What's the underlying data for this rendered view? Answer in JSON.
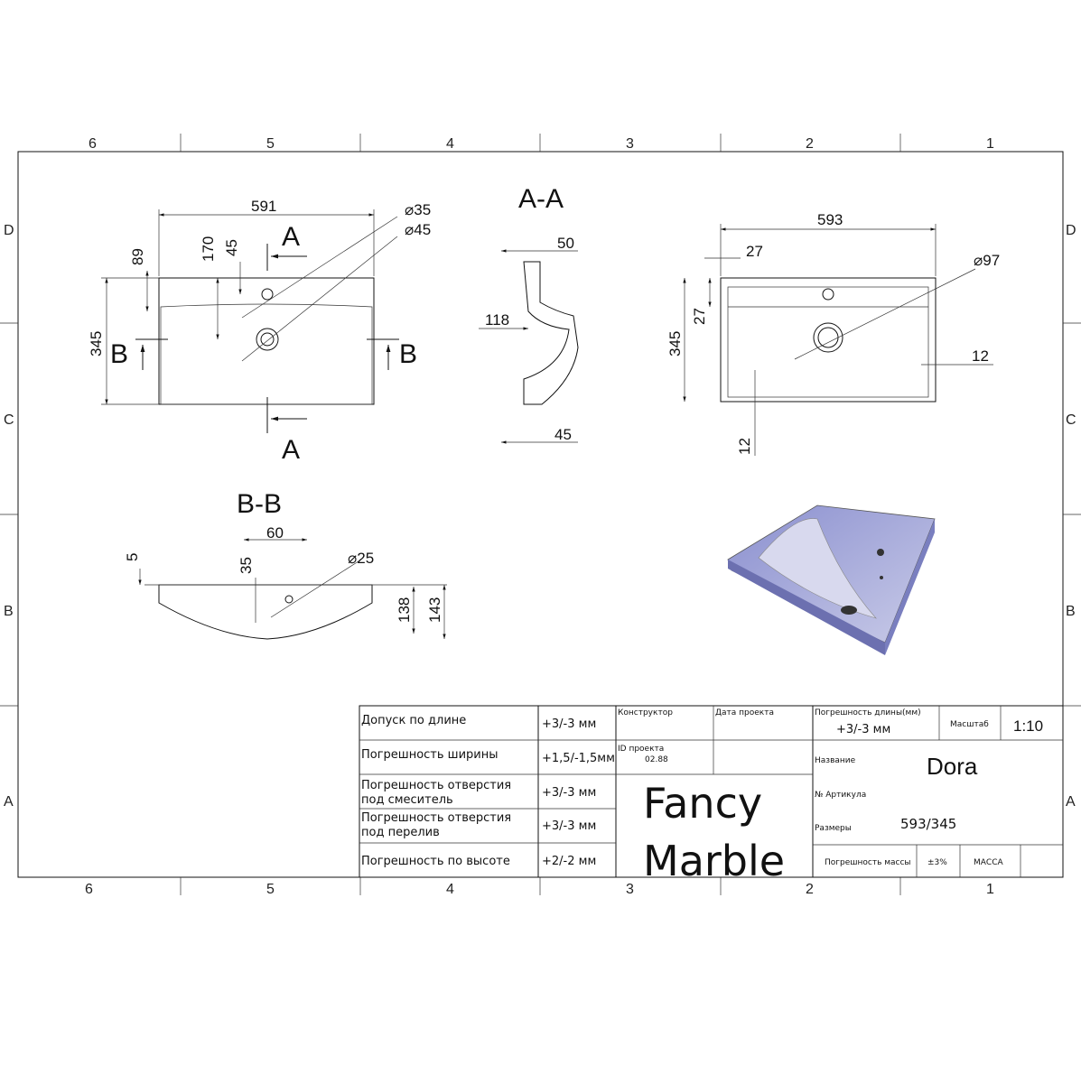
{
  "ruler": {
    "columns": [
      "6",
      "5",
      "4",
      "3",
      "2",
      "1"
    ],
    "rows": [
      "D",
      "C",
      "B",
      "A"
    ]
  },
  "views": {
    "top": {
      "width": "591",
      "d35": "⌀35",
      "d45": "⌀45",
      "h89": "89",
      "h170": "170",
      "h45": "45",
      "h345": "345",
      "sectionA": "A",
      "sectionB": "B"
    },
    "aa": {
      "title": "A-A",
      "d50": "50",
      "d118": "118",
      "d45": "45"
    },
    "bottom": {
      "width": "593",
      "d27a": "27",
      "d27b": "27",
      "d97": "⌀97",
      "h345": "345",
      "d12a": "12",
      "d12b": "12"
    },
    "bb": {
      "title": "B-B",
      "d60": "60",
      "d5": "5",
      "d35": "35",
      "d25": "⌀25",
      "d138": "138",
      "d143": "143"
    }
  },
  "title_block": {
    "rows": [
      {
        "label": "Допуск по длине",
        "value": "+3/-3 мм"
      },
      {
        "label": "Погрешность ширины",
        "value": "+1,5/-1,5мм"
      },
      {
        "label": "Погрешность отверстия",
        "label2": "под смеситель",
        "value": "+3/-3 мм"
      },
      {
        "label": "Погрешность отверстия",
        "label2": "под перелив",
        "value": "+3/-3 мм"
      },
      {
        "label": "Погрешность по высоте",
        "value": "+2/-2 мм"
      }
    ],
    "designer_label": "Конструктор",
    "project_date_label": "Дата проекта",
    "project_id_label": "ID проекта",
    "project_id": "02.88",
    "brand_line1": "Fancy",
    "brand_line2": "Marble",
    "length_tol_label": "Погрешность длины(мм)",
    "length_tol": "+3/-3 мм",
    "scale_label": "Масштаб",
    "scale": "1:10",
    "name_label": "Название",
    "name": "Dora",
    "article_label": "№ Артикула",
    "size_label": "Размеры",
    "size": "593/345",
    "mass_tol_label": "Погрешность массы",
    "mass_tol": "±3%",
    "mass_label": "МАССА"
  }
}
